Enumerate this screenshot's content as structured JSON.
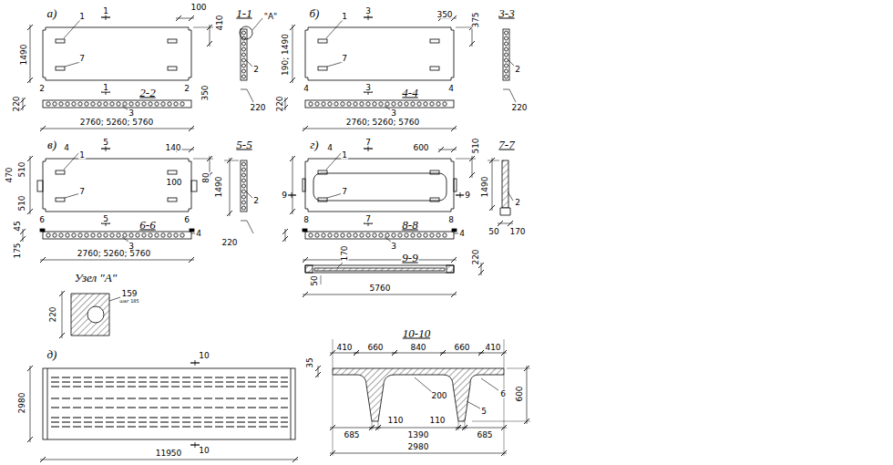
{
  "diagram": {
    "labels": [
      "а)",
      "1",
      "1",
      "100",
      "410",
      "1490",
      "7",
      "2",
      "1",
      "2-2",
      "2",
      "220",
      "350",
      "3",
      "2760; 5260; 5760",
      "1-1",
      "\"А\"",
      "2",
      "220",
      "б)",
      "1",
      "3",
      "350",
      "375",
      "190; 1490",
      "7",
      "4",
      "3",
      "4-4",
      "4",
      "220",
      "3",
      "2760; 5260; 5760",
      "3-3",
      "2",
      "220",
      "в)",
      "4",
      "1",
      "5",
      "140",
      "470",
      "510",
      "510",
      "100",
      "80",
      "7",
      "6",
      "5",
      "6-6",
      "6",
      "4",
      "45",
      "175",
      "3",
      "2760; 5260; 5760",
      "5-5",
      "1490",
      "2",
      "220",
      "г)",
      "4",
      "1",
      "7",
      "600",
      "510",
      "9",
      "7",
      "9",
      "8",
      "7",
      "8-8",
      "8",
      "4",
      "3",
      "9-9",
      "170",
      "220",
      "50",
      "5760",
      "7-7",
      "1490",
      "2",
      "50",
      "170",
      "Узел \"А\"",
      "220",
      "159",
      "шаг 185",
      "д)",
      "10",
      "2980",
      "10",
      "11950",
      "10-10",
      "410",
      "660",
      "840",
      "660",
      "410",
      "35",
      "200",
      "6",
      "5",
      "600",
      "110",
      "110",
      "685",
      "1390",
      "685",
      "2980"
    ]
  }
}
